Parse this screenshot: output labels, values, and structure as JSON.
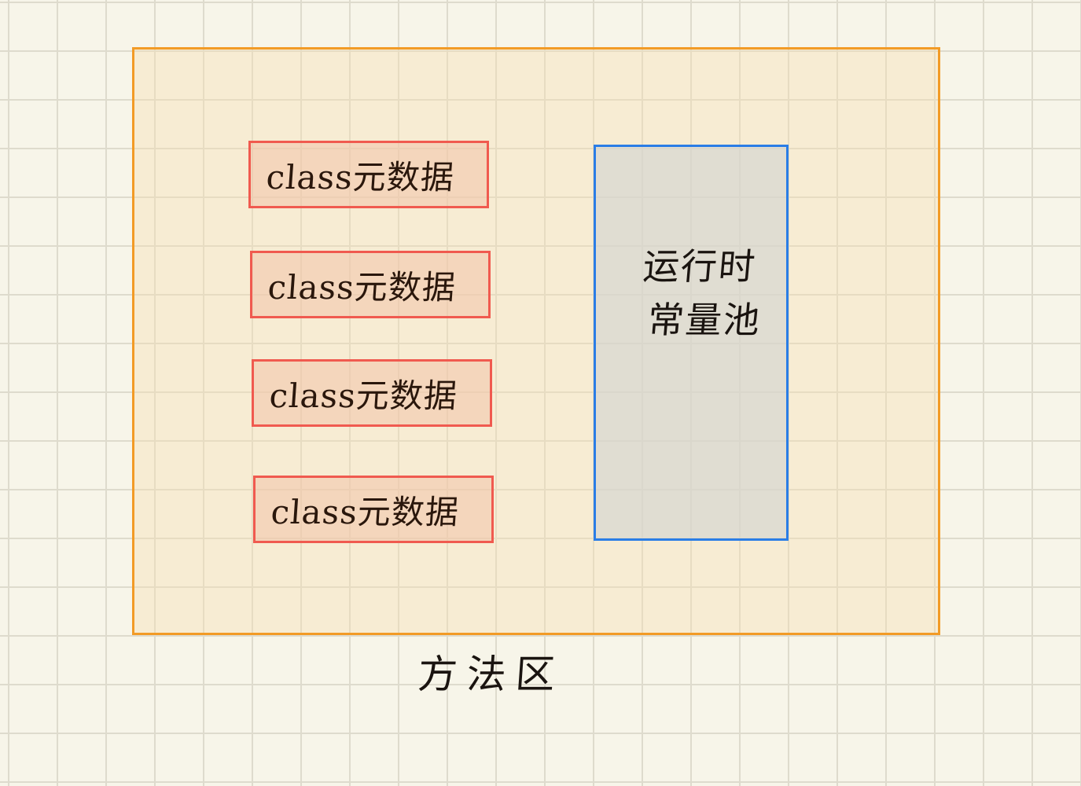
{
  "method_area": {
    "label": "方法区"
  },
  "class_metadata": [
    {
      "label": "class元数据"
    },
    {
      "label": "class元数据"
    },
    {
      "label": "class元数据"
    },
    {
      "label": "class元数据"
    }
  ],
  "runtime_constant_pool": {
    "line1": "运行时",
    "line2": "常量池"
  },
  "colors": {
    "background": "#f7f5e9",
    "grid": "#dedbcd",
    "method_area_border": "#f29b26",
    "class_box_border": "#f05a4f",
    "class_box_fill": "#f3c4aa",
    "pool_border": "#2a7de6",
    "pool_fill": "#d2d4d2",
    "text": "#2a170c"
  }
}
